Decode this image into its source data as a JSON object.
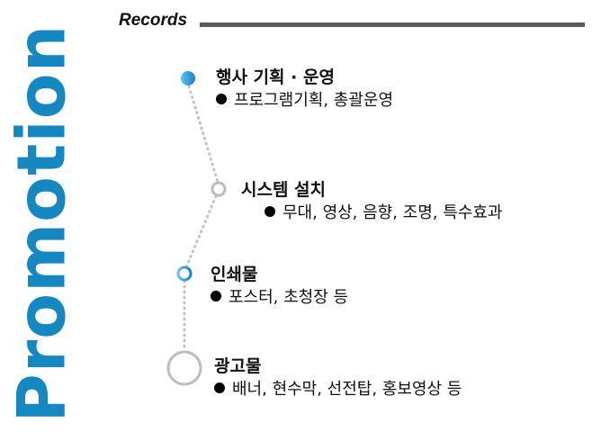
{
  "header": {
    "title": "Records"
  },
  "side_title": "Promotion",
  "colors": {
    "accent_blue": "#1588c2",
    "node_blue": "#2ba0e0",
    "node_gray": "#bdbdbd",
    "rule_gray": "#5a5a5a",
    "dots_gray": "#c4c4c4"
  },
  "timeline": {
    "items": [
      {
        "title": "행사 기획 · 운영",
        "detail": "프로그램기획, 총괄운영",
        "node": "filled-blue"
      },
      {
        "title": "시스템 설치",
        "detail": "무대, 영상, 음향, 조명, 특수효과",
        "node": "ring-gray"
      },
      {
        "title": "인쇄물",
        "detail": "포스터, 초청장 등",
        "node": "ring-blue"
      },
      {
        "title": "광고물",
        "detail": "배너, 현수막, 선전탑, 홍보영상 등",
        "node": "ring-gray-large"
      }
    ]
  }
}
